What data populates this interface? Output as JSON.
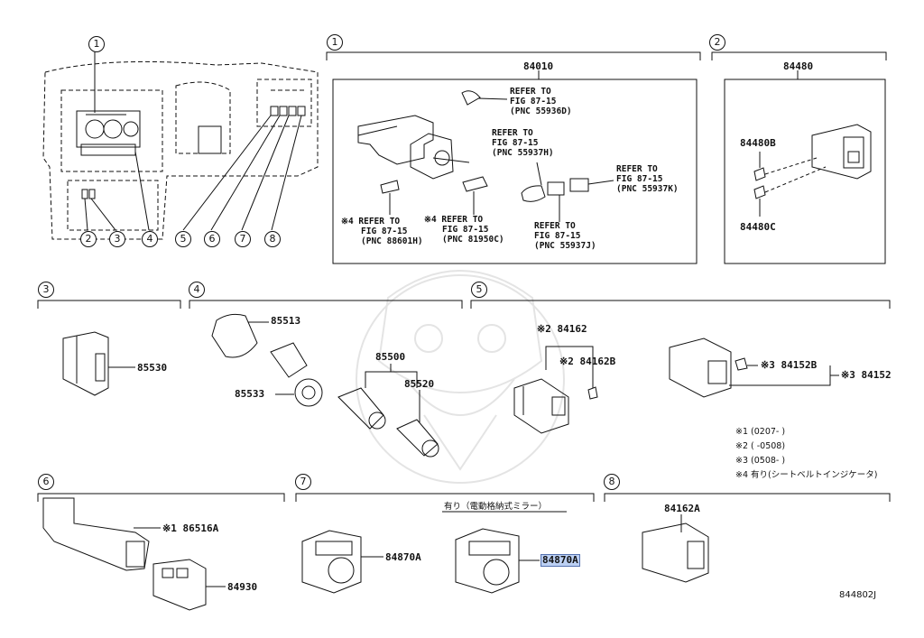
{
  "section_markers": [
    "1",
    "2",
    "3",
    "4",
    "5",
    "6",
    "7",
    "8"
  ],
  "sections": {
    "s1": {
      "marker": "1",
      "part": "84010"
    },
    "s2": {
      "marker": "2",
      "part": "84480"
    }
  },
  "refs": {
    "r1": [
      "REFER TO",
      "FIG 87-15",
      "(PNC 55936D)"
    ],
    "r2": [
      "REFER TO",
      "FIG 87-15",
      "(PNC 55937H)"
    ],
    "r3": [
      "REFER TO",
      "FIG 87-15",
      "(PNC 55937K)"
    ],
    "r4": [
      "※4 REFER TO",
      "FIG 87-15",
      "(PNC 88601H)"
    ],
    "r5": [
      "※4 REFER TO",
      "FIG 87-15",
      "(PNC 81950C)"
    ],
    "r6": [
      "REFER TO",
      "FIG 87-15",
      "(PNC 55937J)"
    ]
  },
  "parts": {
    "p84480B": "84480B",
    "p84480C": "84480C",
    "p85530": "85530",
    "p85513": "85513",
    "p85533": "85533",
    "p85500": "85500",
    "p85520": "85520",
    "p84162": "※2 84162",
    "p84162B": "※2 84162B",
    "p84152B": "※3 84152B",
    "p84152": "※3 84152",
    "p86516A": "※1 86516A",
    "p84930": "84930",
    "p84870A_1": "84870A",
    "p84870A_2": "84870A",
    "p84162A": "84162A"
  },
  "notes": [
    "※1 (0207-     )",
    "※2 (      -0508)",
    "※3 (0508-     )",
    "※4 有り(シートベルトインジケータ)"
  ],
  "section7_caption": "有り（電動格納式ミラー）",
  "diagram_code": "844802J",
  "highlight_color": "#bcd0f3"
}
